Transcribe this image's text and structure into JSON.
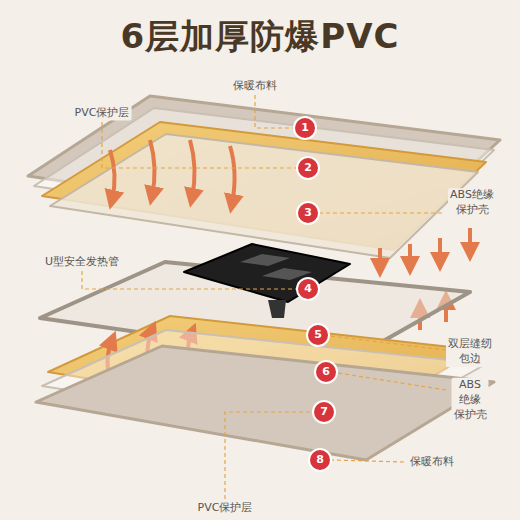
{
  "diagram": {
    "title": "6层加厚防爆PVC",
    "labels": [
      "保暖布料",
      "PVC保护层",
      "1",
      "2",
      "ABS绝缘 保护壳",
      "3",
      "U型安全发热管",
      "4",
      "5",
      "双层缝纫 包边",
      "6",
      "ABS 绝缘 保护壳",
      "7",
      "8",
      "保暖布料",
      "PVC保护层"
    ]
  }
}
